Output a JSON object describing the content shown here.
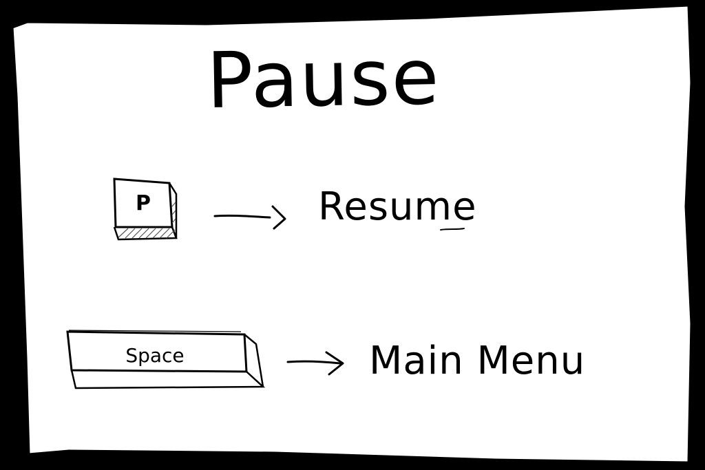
{
  "screen": {
    "title": "Pause"
  },
  "bindings": [
    {
      "key": "P",
      "action": "Resume"
    },
    {
      "key": "Space",
      "action": "Main Menu"
    }
  ],
  "icons": [
    "arrow-right-icon",
    "keycap-p-icon",
    "spacebar-icon"
  ],
  "colors": {
    "background": "#000000",
    "paper": "#ffffff",
    "ink": "#000000"
  }
}
